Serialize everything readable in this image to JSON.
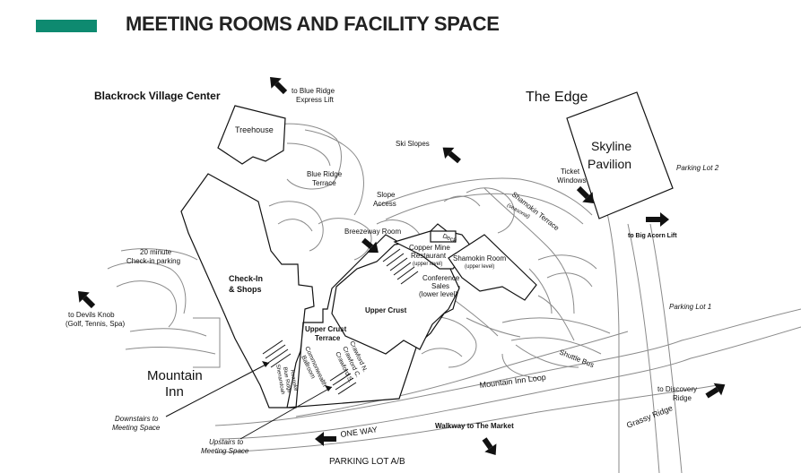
{
  "header": {
    "title": "MEETING ROOMS AND FACILITY SPACE",
    "accent_color": "#0e8a70"
  },
  "labels": {
    "blackrock": "Blackrock Village Center",
    "blue_ridge_lift_1": "to Blue Ridge",
    "blue_ridge_lift_2": "Express Lift",
    "the_edge": "The Edge",
    "skyline_1": "Skyline",
    "skyline_2": "Pavilion",
    "parking_lot_2": "Parking Lot 2",
    "ticket_1": "Ticket",
    "ticket_2": "Windows",
    "ski_slopes": "Ski Slopes",
    "treehouse": "Treehouse",
    "blue_ridge_terrace_1": "Blue Ridge",
    "blue_ridge_terrace_2": "Terrace",
    "slope_access_1": "Slope",
    "slope_access_2": "Access",
    "shamokin_terrace": "Shamokin Terrace",
    "seasonal": "(seasonal)",
    "big_acorn": "to Big Acorn Lift",
    "breezeway": "Breezeway Room",
    "deck": "Deck",
    "copper_mine_1": "Copper Mine",
    "copper_mine_2": "Restaurant",
    "copper_mine_3": "(upper level)",
    "shamokin_room_1": "Shamokin Room",
    "shamokin_room_2": "(upper level)",
    "conference_1": "Conference",
    "conference_2": "Sales",
    "conference_3": "(lower level)",
    "checkin_parking_1": "20 minute",
    "checkin_parking_2": "Check-in parking",
    "checkin_shops_1": "Check-In",
    "checkin_shops_2": "& Shops",
    "upper_crust": "Upper Crust",
    "upper_crust_terrace_1": "Upper Crust",
    "upper_crust_terrace_2": "Terrace",
    "parking_lot_1": "Parking Lot 1",
    "devils_knob_1": "to  Devils Knob",
    "devils_knob_2": "(Golf, Tennis, Spa)",
    "commonwealth_1": "Commonwealth",
    "commonwealth_2": "Ballroom",
    "crawford_1": "Crawford N.",
    "crawford_2": "Crawford C.",
    "crawford_3": "Crawford S.",
    "shenandoah_1": "Shenandoah",
    "shenandoah_2": "Blue Ridge",
    "shenandoah_3": "Roanoke",
    "shuttle_bus": "Shuttle Bus",
    "mountain_inn_loop": "Mountain Inn Loop",
    "mountain_inn_1": "Mountain",
    "mountain_inn_2": "Inn",
    "discovery_1": "to Discovery",
    "discovery_2": "Ridge",
    "grassy_ridge": "Grassy Ridge",
    "downstairs_1": "Downstairs to",
    "downstairs_2": "Meeting Space",
    "one_way": "ONE WAY",
    "walkway": "Walkway to The Market",
    "upstairs_1": "Upstairs to",
    "upstairs_2": "Meeting Space",
    "parking_ab": "PARKING LOT A/B"
  }
}
